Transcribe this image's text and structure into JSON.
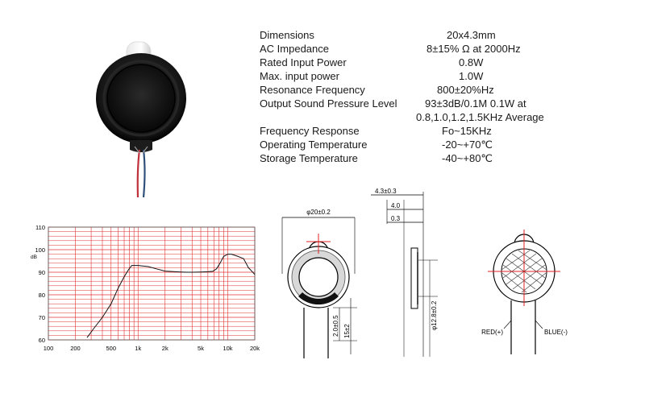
{
  "specs": [
    {
      "label": "Dimensions",
      "value": "20x4.3mm",
      "vx": 232
    },
    {
      "label": "AC Impedance",
      "value": "8±15% Ω at 2000Hz",
      "vx": 207
    },
    {
      "label": "Rated Input Power",
      "value": "0.8W",
      "vx": 247
    },
    {
      "label": "Max. input power",
      "value": "1.0W",
      "vx": 247
    },
    {
      "label": "Resonance Frequency",
      "value": "800±20%Hz",
      "vx": 220
    },
    {
      "label": "Output Sound Pressure Level",
      "value": "93±3dB/0.1M 0.1W  at",
      "vx": 205
    },
    {
      "label": "",
      "value": "0.8,1.0,1.2,1.5KHz Average",
      "vx": 194
    },
    {
      "label": "Frequency Response",
      "value": "Fo~15KHz",
      "vx": 226
    },
    {
      "label": "Operating Temperature",
      "value": "-20~+70℃",
      "vx": 226
    },
    {
      "label": "Storage Temperature",
      "value": "-40~+80℃",
      "vx": 226
    }
  ],
  "chart_data": {
    "type": "line",
    "x_scale": "log",
    "x_ticks": [
      "100",
      "200",
      "500",
      "1k",
      "2k",
      "5k",
      "10k",
      "20k"
    ],
    "x_tick_values": [
      100,
      200,
      500,
      1000,
      2000,
      5000,
      10000,
      20000
    ],
    "y_ticks": [
      "60",
      "70",
      "80",
      "90",
      "100",
      "110"
    ],
    "y_tick_values": [
      60,
      70,
      80,
      90,
      100,
      110
    ],
    "ylabel": "dB",
    "xlim": [
      100,
      20000
    ],
    "ylim": [
      60,
      110
    ],
    "grid": true,
    "line_color": "#111111",
    "grid_color": "#e03030",
    "series": [
      {
        "x": [
          270,
          320,
          400,
          500,
          600,
          700,
          780,
          850,
          1000,
          1300,
          1600,
          2000,
          2500,
          3000,
          3500,
          4000,
          5000,
          6000,
          6800,
          7500,
          8200,
          9000,
          10000,
          11000,
          12000,
          13000,
          14000,
          15000,
          16000,
          17000,
          18000,
          20000
        ],
        "y": [
          61,
          65,
          70,
          76,
          83,
          88,
          91,
          93,
          93,
          92.5,
          91.5,
          90.5,
          90.3,
          90.1,
          90,
          90,
          90.1,
          90.2,
          90.4,
          91.5,
          94,
          97,
          98,
          98,
          97.5,
          97,
          96.5,
          96,
          94,
          92,
          91,
          89
        ]
      }
    ]
  },
  "front_view": {
    "diameter_label": "φ20±0.2",
    "tab_label": "2.0±0.5",
    "lead_label": "15±2"
  },
  "side_view": {
    "thickness_label": "4.3±0.3",
    "body_label": "4.0",
    "plate_label": "0.3",
    "bottom_label": "φ12.8±0.2"
  },
  "back_view": {
    "red_label": "RED(+)",
    "blue_label": "BLUE(-)"
  },
  "colors": {
    "red_mark": "#e02020",
    "wire_red": "#c0303a",
    "wire_blue": "#30507a"
  }
}
